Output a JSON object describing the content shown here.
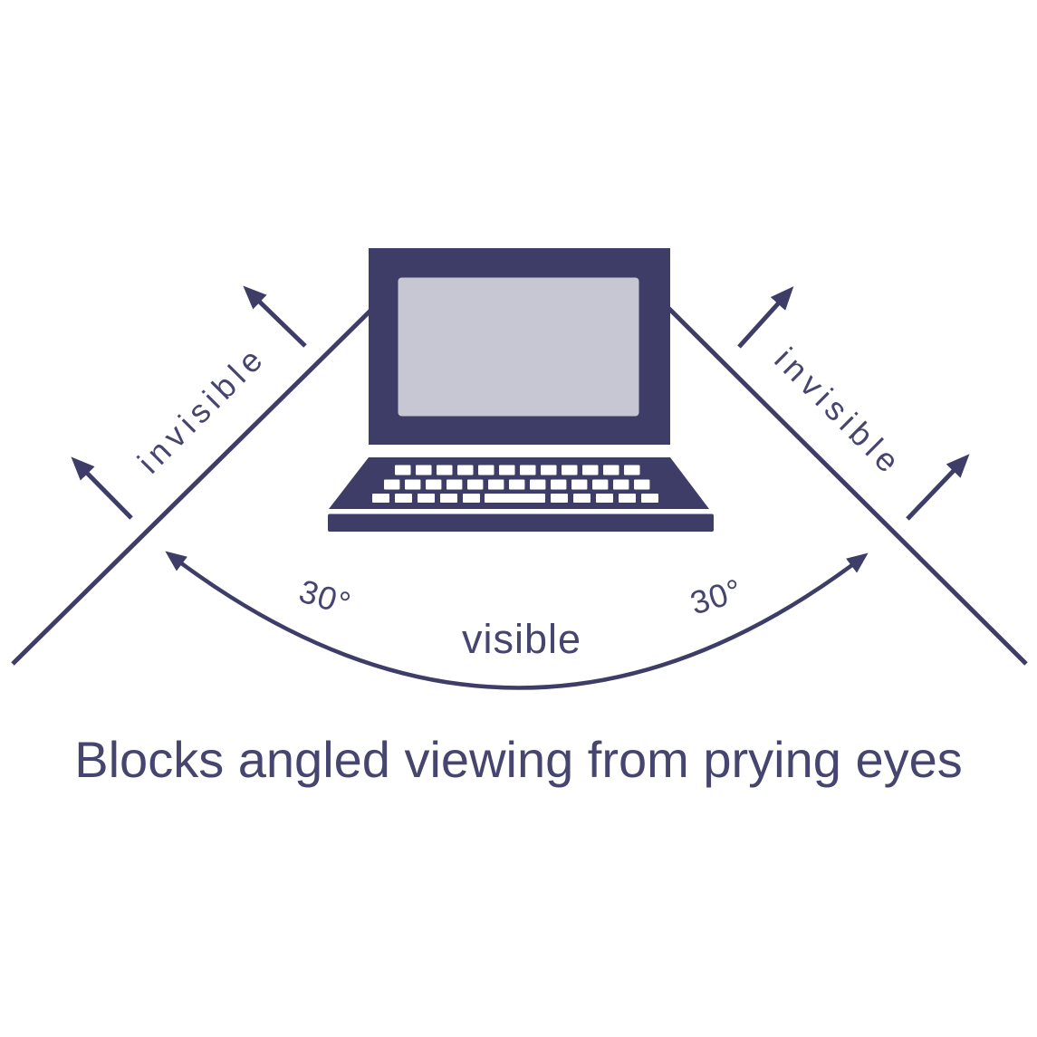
{
  "colors": {
    "navy": "#3d3d68",
    "screen": "#c7c7d3",
    "key": "#ffffff",
    "text": "#45456f",
    "background": "#ffffff"
  },
  "diagram": {
    "labels": {
      "invisible_left": "invisible",
      "invisible_right": "invisible",
      "angle_left": "30°",
      "angle_right": "30°",
      "visible": "visible"
    },
    "caption": "Blocks angled viewing from prying eyes",
    "icons": {
      "laptop": "laptop-front-icon",
      "blocked_direction": "invisible-direction-arrow-icon",
      "viewing_range": "visible-range-arc-arrow-icon"
    }
  }
}
